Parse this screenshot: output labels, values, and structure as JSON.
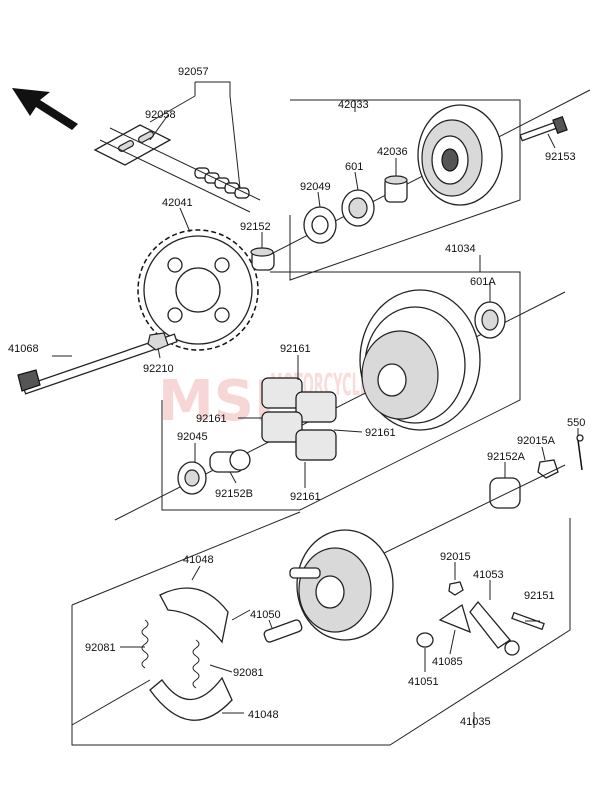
{
  "labels": {
    "p92057": "92057",
    "p92058": "92058",
    "p42033": "42033",
    "p42036": "42036",
    "p601": "601",
    "p92049": "92049",
    "p92153": "92153",
    "p42041": "42041",
    "p92152": "92152",
    "p41034": "41034",
    "p601A": "601A",
    "p41068": "41068",
    "p92210": "92210",
    "p92161_top": "92161",
    "p92161_left": "92161",
    "p92161_right": "92161",
    "p92161_bottom": "92161",
    "p92045": "92045",
    "p92152B": "92152B",
    "p550": "550",
    "p92015A": "92015A",
    "p92152A": "92152A",
    "p41048_top": "41048",
    "p41048_bottom": "41048",
    "p41050": "41050",
    "p92081_left": "92081",
    "p92081_right": "92081",
    "p92015": "92015",
    "p41053": "41053",
    "p92151": "92151",
    "p41085": "41085",
    "p41051": "41051",
    "p41035": "41035"
  },
  "watermark": {
    "brand": "MSP",
    "text": "MOTORCYCLE SPARE PARTS"
  },
  "colors": {
    "watermark": "#f1b4b4",
    "line": "#222222"
  },
  "icons": {
    "front_arrow": "arrow-up-left-icon"
  }
}
